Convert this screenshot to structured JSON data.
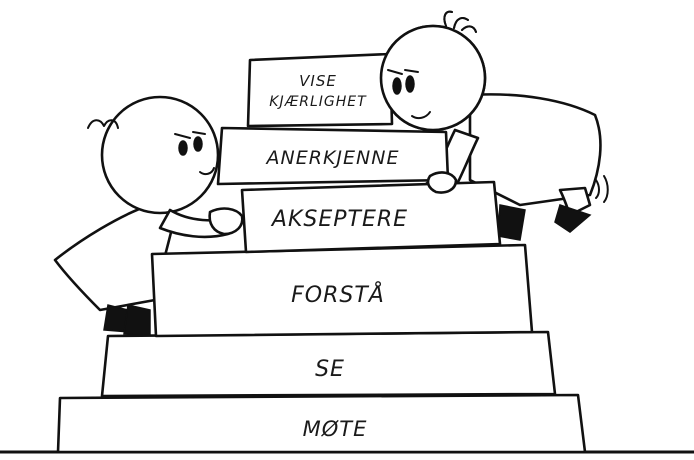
{
  "steps": [
    {
      "label": "MØTE"
    },
    {
      "label": "SE"
    },
    {
      "label": "FORSTÅ"
    },
    {
      "label": "AKSEPTERE"
    },
    {
      "label": "ANERKJENNE"
    },
    {
      "label_line1": "VISE",
      "label_line2": "KJÆRLIGHET"
    }
  ]
}
